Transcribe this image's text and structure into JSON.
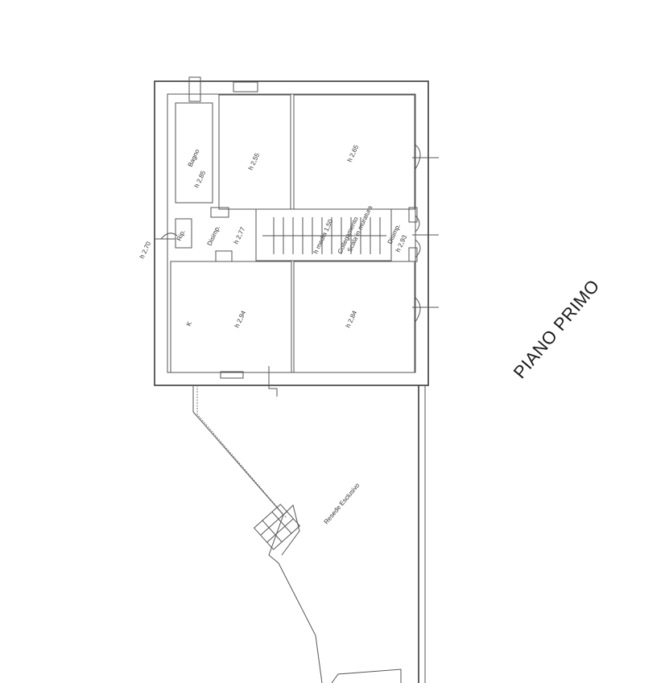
{
  "title": "PIANO PRIMO",
  "rooms": {
    "bagno": "Bagno",
    "bagno_h": "h 2,85",
    "room_top_mid_h": "h 2,55",
    "room_top_right_h": "h 2,65",
    "rip": "Rip.",
    "disimp_left": "Disimp.",
    "disimp_left_h": "h 2,77",
    "stair_h": "h media 1,50",
    "stair_note": "Collegamento",
    "stair_note2": "Scala in muratura",
    "disimp_right": "Disimp.",
    "disimp_right_h": "h 2,93",
    "kitchen": "K",
    "kitchen_h": "h 2,94",
    "room_bottom_right_h": "h 2,84",
    "outer_h": "h 2,70",
    "courtyard": "Resede Esclusivo"
  }
}
